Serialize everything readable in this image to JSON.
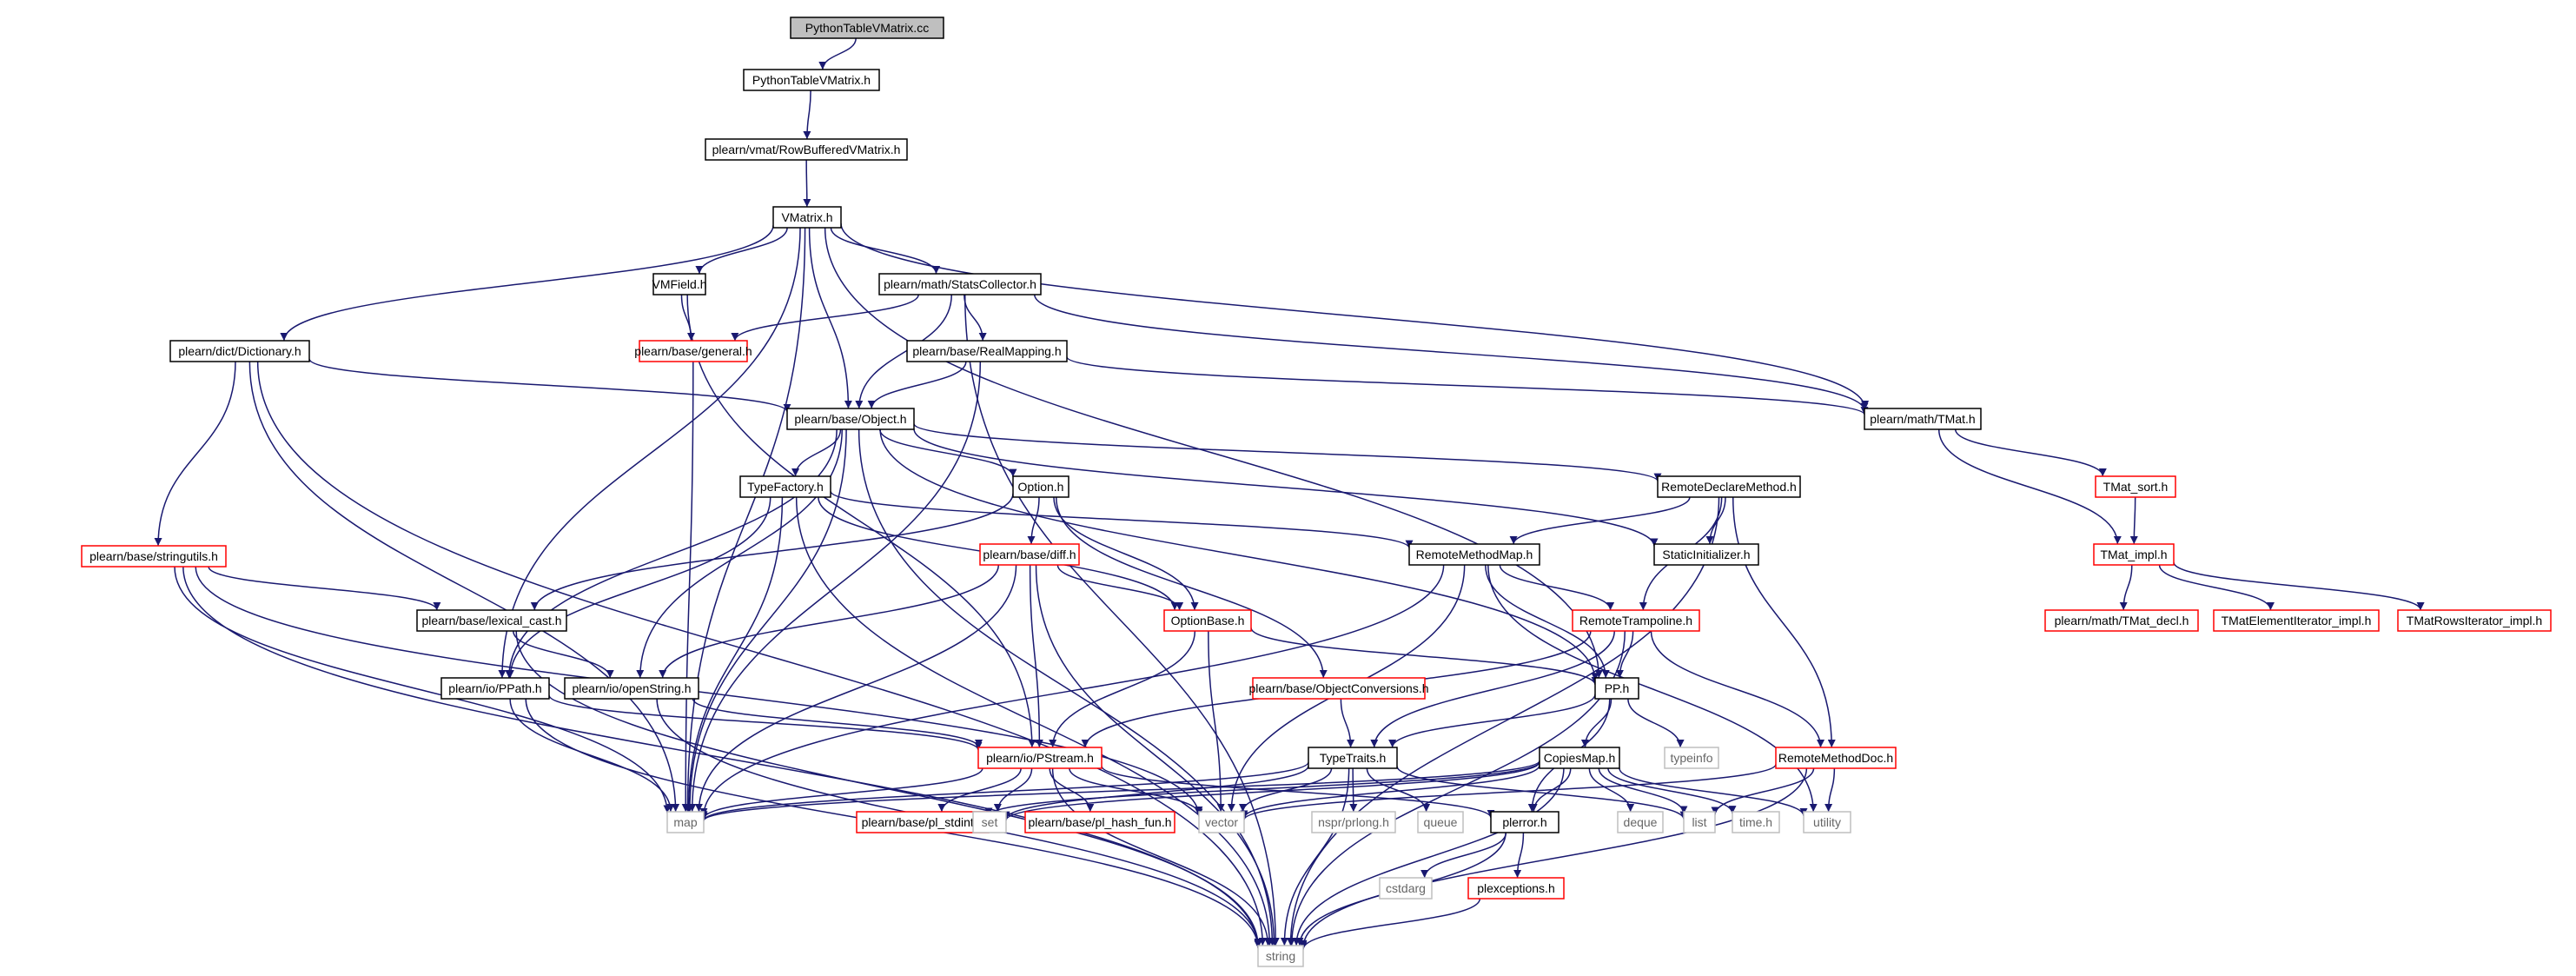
{
  "diagram": {
    "edge_color": "#191970",
    "styles": {
      "root": {
        "fill": "#bfbfbf",
        "stroke": "#000000"
      },
      "black": {
        "fill": "#ffffff",
        "stroke": "#000000"
      },
      "red": {
        "fill": "#ffffff",
        "stroke": "#ff0000"
      },
      "grey": {
        "fill": "#ffffff",
        "stroke": "#bfbfbf"
      }
    },
    "nodes": [
      {
        "id": "root",
        "label": "PythonTableVMatrix.cc",
        "style": "root"
      },
      {
        "id": "ptvm",
        "label": "PythonTableVMatrix.h",
        "style": "black"
      },
      {
        "id": "rbvm",
        "label": "plearn/vmat/RowBufferedVMatrix.h",
        "style": "black"
      },
      {
        "id": "vmat",
        "label": "VMatrix.h",
        "style": "black"
      },
      {
        "id": "vmfield",
        "label": "VMField.h",
        "style": "black"
      },
      {
        "id": "stats",
        "label": "plearn/math/StatsCollector.h",
        "style": "black"
      },
      {
        "id": "dict",
        "label": "plearn/dict/Dictionary.h",
        "style": "black"
      },
      {
        "id": "general",
        "label": "plearn/base/general.h",
        "style": "red"
      },
      {
        "id": "realmap",
        "label": "plearn/base/RealMapping.h",
        "style": "black"
      },
      {
        "id": "object",
        "label": "plearn/base/Object.h",
        "style": "black"
      },
      {
        "id": "tmat",
        "label": "plearn/math/TMat.h",
        "style": "black"
      },
      {
        "id": "typefactory",
        "label": "TypeFactory.h",
        "style": "black"
      },
      {
        "id": "option",
        "label": "Option.h",
        "style": "black"
      },
      {
        "id": "rdecl",
        "label": "RemoteDeclareMethod.h",
        "style": "black"
      },
      {
        "id": "tmatsort",
        "label": "TMat_sort.h",
        "style": "red"
      },
      {
        "id": "stringutils",
        "label": "plearn/base/stringutils.h",
        "style": "red"
      },
      {
        "id": "diff",
        "label": "plearn/base/diff.h",
        "style": "red"
      },
      {
        "id": "rmm",
        "label": "RemoteMethodMap.h",
        "style": "black"
      },
      {
        "id": "staticinit",
        "label": "StaticInitializer.h",
        "style": "black"
      },
      {
        "id": "tmatimpl",
        "label": "TMat_impl.h",
        "style": "red"
      },
      {
        "id": "lexcast",
        "label": "plearn/base/lexical_cast.h",
        "style": "black"
      },
      {
        "id": "optionbase",
        "label": "OptionBase.h",
        "style": "red"
      },
      {
        "id": "rtramp",
        "label": "RemoteTrampoline.h",
        "style": "red"
      },
      {
        "id": "tmatdecl",
        "label": "plearn/math/TMat_decl.h",
        "style": "red"
      },
      {
        "id": "tmatelem",
        "label": "TMatElementIterator_impl.h",
        "style": "red"
      },
      {
        "id": "tmatrows",
        "label": "TMatRowsIterator_impl.h",
        "style": "red"
      },
      {
        "id": "ppath",
        "label": "plearn/io/PPath.h",
        "style": "black"
      },
      {
        "id": "openstring",
        "label": "plearn/io/openString.h",
        "style": "black"
      },
      {
        "id": "objconv",
        "label": "plearn/base/ObjectConversions.h",
        "style": "red"
      },
      {
        "id": "pp",
        "label": "PP.h",
        "style": "black"
      },
      {
        "id": "pstream",
        "label": "plearn/io/PStream.h",
        "style": "red"
      },
      {
        "id": "typetraits",
        "label": "TypeTraits.h",
        "style": "black"
      },
      {
        "id": "copiesmap",
        "label": "CopiesMap.h",
        "style": "black"
      },
      {
        "id": "rmdoc",
        "label": "RemoteMethodDoc.h",
        "style": "red"
      },
      {
        "id": "typeinfo",
        "label": "typeinfo",
        "style": "grey"
      },
      {
        "id": "map",
        "label": "map",
        "style": "grey"
      },
      {
        "id": "plstdint",
        "label": "plearn/base/pl_stdint.h",
        "style": "red"
      },
      {
        "id": "set",
        "label": "set",
        "style": "grey"
      },
      {
        "id": "plhash",
        "label": "plearn/base/pl_hash_fun.h",
        "style": "red"
      },
      {
        "id": "vector",
        "label": "vector",
        "style": "grey"
      },
      {
        "id": "nspr",
        "label": "nspr/prlong.h",
        "style": "grey"
      },
      {
        "id": "queue",
        "label": "queue",
        "style": "grey"
      },
      {
        "id": "plerror",
        "label": "plerror.h",
        "style": "black"
      },
      {
        "id": "deque",
        "label": "deque",
        "style": "grey"
      },
      {
        "id": "list",
        "label": "list",
        "style": "grey"
      },
      {
        "id": "timeh",
        "label": "time.h",
        "style": "grey"
      },
      {
        "id": "utility",
        "label": "utility",
        "style": "grey"
      },
      {
        "id": "cstdarg",
        "label": "cstdarg",
        "style": "grey"
      },
      {
        "id": "plexceptions",
        "label": "plexceptions.h",
        "style": "red"
      },
      {
        "id": "string",
        "label": "string",
        "style": "grey"
      }
    ],
    "edges": [
      [
        "root",
        "ptvm"
      ],
      [
        "ptvm",
        "rbvm"
      ],
      [
        "rbvm",
        "vmat"
      ],
      [
        "vmat",
        "vmfield"
      ],
      [
        "vmat",
        "stats"
      ],
      [
        "vmat",
        "dict"
      ],
      [
        "vmat",
        "object"
      ],
      [
        "vmat",
        "tmat"
      ],
      [
        "vmat",
        "pp"
      ],
      [
        "vmat",
        "map"
      ],
      [
        "vmat",
        "ppath"
      ],
      [
        "vmfield",
        "general"
      ],
      [
        "vmfield",
        "pstream"
      ],
      [
        "stats",
        "general"
      ],
      [
        "stats",
        "realmap"
      ],
      [
        "stats",
        "object"
      ],
      [
        "stats",
        "tmat"
      ],
      [
        "stats",
        "string"
      ],
      [
        "dict",
        "object"
      ],
      [
        "dict",
        "stringutils"
      ],
      [
        "dict",
        "map"
      ],
      [
        "dict",
        "string"
      ],
      [
        "general",
        "map"
      ],
      [
        "realmap",
        "object"
      ],
      [
        "realmap",
        "tmat"
      ],
      [
        "realmap",
        "map"
      ],
      [
        "object",
        "typefactory"
      ],
      [
        "object",
        "option"
      ],
      [
        "object",
        "rdecl"
      ],
      [
        "object",
        "staticinit"
      ],
      [
        "object",
        "ppath"
      ],
      [
        "object",
        "openstring"
      ],
      [
        "object",
        "pp"
      ],
      [
        "object",
        "map"
      ],
      [
        "object",
        "string"
      ],
      [
        "tmat",
        "tmatsort"
      ],
      [
        "tmat",
        "tmatimpl"
      ],
      [
        "tmatsort",
        "tmatimpl"
      ],
      [
        "tmatimpl",
        "tmatdecl"
      ],
      [
        "tmatimpl",
        "tmatelem"
      ],
      [
        "tmatimpl",
        "tmatrows"
      ],
      [
        "typefactory",
        "rmm"
      ],
      [
        "typefactory",
        "optionbase"
      ],
      [
        "typefactory",
        "ppath"
      ],
      [
        "typefactory",
        "map"
      ],
      [
        "typefactory",
        "string"
      ],
      [
        "option",
        "diff"
      ],
      [
        "option",
        "optionbase"
      ],
      [
        "option",
        "objconv"
      ],
      [
        "option",
        "lexcast"
      ],
      [
        "rdecl",
        "rmm"
      ],
      [
        "rdecl",
        "staticinit"
      ],
      [
        "rdecl",
        "rtramp"
      ],
      [
        "rdecl",
        "rmdoc"
      ],
      [
        "rdecl",
        "string"
      ],
      [
        "stringutils",
        "lexcast"
      ],
      [
        "stringutils",
        "vector"
      ],
      [
        "stringutils",
        "map"
      ],
      [
        "stringutils",
        "string"
      ],
      [
        "diff",
        "optionbase"
      ],
      [
        "diff",
        "pstream"
      ],
      [
        "diff",
        "openstring"
      ],
      [
        "diff",
        "map"
      ],
      [
        "diff",
        "string"
      ],
      [
        "rmm",
        "rtramp"
      ],
      [
        "rmm",
        "pp"
      ],
      [
        "rmm",
        "map"
      ],
      [
        "rmm",
        "vector"
      ],
      [
        "rmm",
        "utility"
      ],
      [
        "lexcast",
        "openstring"
      ],
      [
        "lexcast",
        "string"
      ],
      [
        "optionbase",
        "pp"
      ],
      [
        "optionbase",
        "pstream"
      ],
      [
        "optionbase",
        "vector"
      ],
      [
        "rtramp",
        "pp"
      ],
      [
        "rtramp",
        "rmdoc"
      ],
      [
        "rtramp",
        "pstream"
      ],
      [
        "rtramp",
        "typetraits"
      ],
      [
        "rtramp",
        "string"
      ],
      [
        "ppath",
        "pstream"
      ],
      [
        "ppath",
        "map"
      ],
      [
        "ppath",
        "string"
      ],
      [
        "openstring",
        "pstream"
      ],
      [
        "openstring",
        "string"
      ],
      [
        "objconv",
        "typetraits"
      ],
      [
        "pp",
        "copiesmap"
      ],
      [
        "pp",
        "typetraits"
      ],
      [
        "pp",
        "typeinfo"
      ],
      [
        "pp",
        "plerror"
      ],
      [
        "pstream",
        "plstdint"
      ],
      [
        "pstream",
        "plhash"
      ],
      [
        "pstream",
        "set"
      ],
      [
        "pstream",
        "map"
      ],
      [
        "pstream",
        "vector"
      ],
      [
        "pstream",
        "plerror"
      ],
      [
        "pstream",
        "string"
      ],
      [
        "typetraits",
        "map"
      ],
      [
        "typetraits",
        "set"
      ],
      [
        "typetraits",
        "vector"
      ],
      [
        "typetraits",
        "nspr"
      ],
      [
        "typetraits",
        "queue"
      ],
      [
        "typetraits",
        "list"
      ],
      [
        "typetraits",
        "string"
      ],
      [
        "copiesmap",
        "map"
      ],
      [
        "copiesmap",
        "set"
      ],
      [
        "copiesmap",
        "vector"
      ],
      [
        "copiesmap",
        "plerror"
      ],
      [
        "copiesmap",
        "deque"
      ],
      [
        "copiesmap",
        "list"
      ],
      [
        "copiesmap",
        "timeh"
      ],
      [
        "copiesmap",
        "utility"
      ],
      [
        "copiesmap",
        "plstdint"
      ],
      [
        "copiesmap",
        "string"
      ],
      [
        "rmdoc",
        "list"
      ],
      [
        "rmdoc",
        "utility"
      ],
      [
        "rmdoc",
        "vector"
      ],
      [
        "rmdoc",
        "string"
      ],
      [
        "plerror",
        "cstdarg"
      ],
      [
        "plerror",
        "plexceptions"
      ],
      [
        "plerror",
        "string"
      ],
      [
        "plexceptions",
        "string"
      ]
    ]
  }
}
